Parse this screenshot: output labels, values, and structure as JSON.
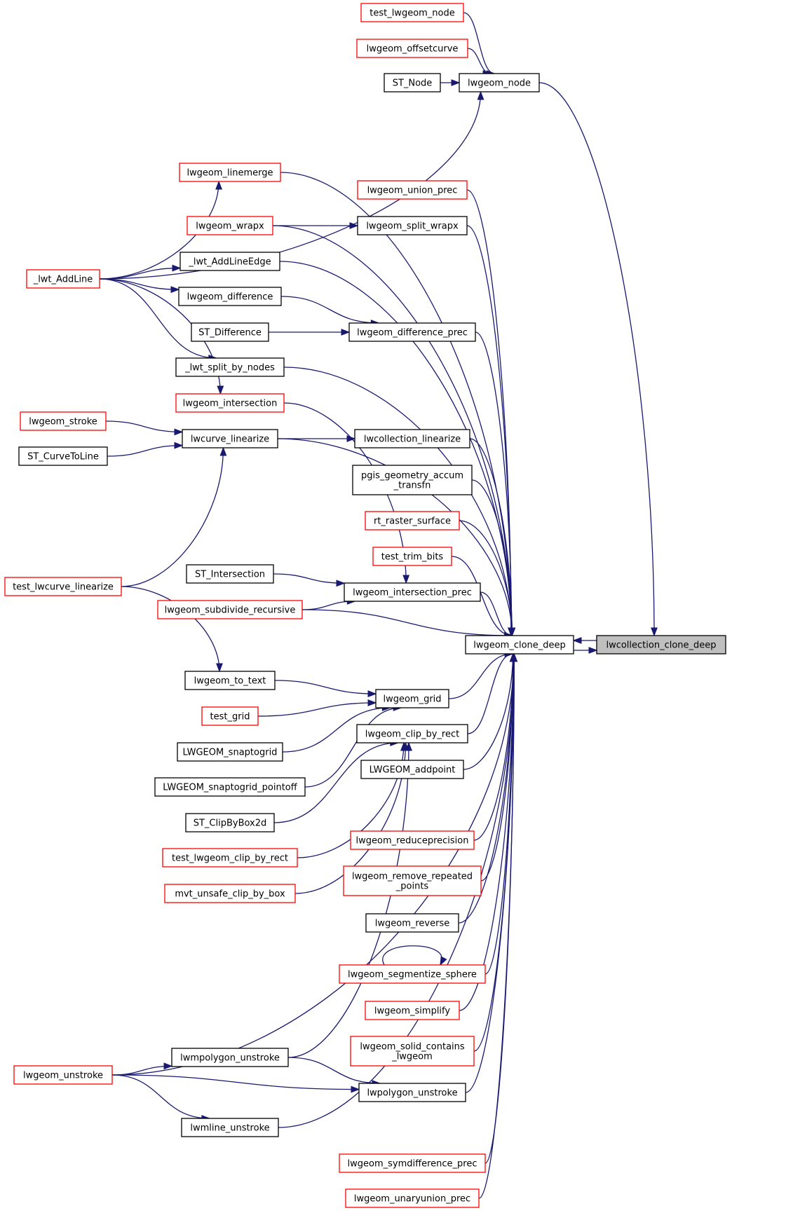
{
  "colors": {
    "edge": "#191970",
    "black_border": "#000000",
    "red_border": "#ff0000",
    "focus_fill": "#bfbfbf",
    "node_fill": "#ffffff"
  },
  "nodes": [
    {
      "id": "lwcollection_clone_deep",
      "label": [
        "lwcollection_clone_deep"
      ],
      "border": "focus"
    },
    {
      "id": "lwgeom_clone_deep",
      "label": [
        "lwgeom_clone_deep"
      ],
      "border": "black"
    },
    {
      "id": "lwgeom_node",
      "label": [
        "lwgeom_node"
      ],
      "border": "black"
    },
    {
      "id": "test_lwgeom_node",
      "label": [
        "test_lwgeom_node"
      ],
      "border": "red"
    },
    {
      "id": "lwgeom_offsetcurve",
      "label": [
        "lwgeom_offsetcurve"
      ],
      "border": "red"
    },
    {
      "id": "ST_Node",
      "label": [
        "ST_Node"
      ],
      "border": "black"
    },
    {
      "id": "lwgeom_linemerge",
      "label": [
        "lwgeom_linemerge"
      ],
      "border": "red"
    },
    {
      "id": "lwgeom_union_prec",
      "label": [
        "lwgeom_union_prec"
      ],
      "border": "red"
    },
    {
      "id": "lwgeom_wrapx",
      "label": [
        "lwgeom_wrapx"
      ],
      "border": "red"
    },
    {
      "id": "lwgeom_split_wrapx",
      "label": [
        "lwgeom_split_wrapx"
      ],
      "border": "black"
    },
    {
      "id": "_lwt_AddLine",
      "label": [
        "_lwt_AddLine"
      ],
      "border": "red"
    },
    {
      "id": "_lwt_AddLineEdge",
      "label": [
        "_lwt_AddLineEdge"
      ],
      "border": "black"
    },
    {
      "id": "lwgeom_difference",
      "label": [
        "lwgeom_difference"
      ],
      "border": "black"
    },
    {
      "id": "ST_Difference",
      "label": [
        "ST_Difference"
      ],
      "border": "black"
    },
    {
      "id": "lwgeom_difference_prec",
      "label": [
        "lwgeom_difference_prec"
      ],
      "border": "black"
    },
    {
      "id": "_lwt_split_by_nodes",
      "label": [
        "_lwt_split_by_nodes"
      ],
      "border": "black"
    },
    {
      "id": "lwgeom_intersection",
      "label": [
        "lwgeom_intersection"
      ],
      "border": "red"
    },
    {
      "id": "lwgeom_stroke",
      "label": [
        "lwgeom_stroke"
      ],
      "border": "red"
    },
    {
      "id": "lwcurve_linearize",
      "label": [
        "lwcurve_linearize"
      ],
      "border": "black"
    },
    {
      "id": "lwcollection_linearize",
      "label": [
        "lwcollection_linearize"
      ],
      "border": "black"
    },
    {
      "id": "ST_CurveToLine",
      "label": [
        "ST_CurveToLine"
      ],
      "border": "black"
    },
    {
      "id": "pgis_geometry_accum_transfn",
      "label": [
        "pgis_geometry_accum",
        "_transfn"
      ],
      "border": "black"
    },
    {
      "id": "rt_raster_surface",
      "label": [
        "rt_raster_surface"
      ],
      "border": "red"
    },
    {
      "id": "test_trim_bits",
      "label": [
        "test_trim_bits"
      ],
      "border": "red"
    },
    {
      "id": "ST_Intersection",
      "label": [
        "ST_Intersection"
      ],
      "border": "black"
    },
    {
      "id": "test_lwcurve_linearize",
      "label": [
        "test_lwcurve_linearize"
      ],
      "border": "red"
    },
    {
      "id": "lwgeom_intersection_prec",
      "label": [
        "lwgeom_intersection_prec"
      ],
      "border": "black"
    },
    {
      "id": "lwgeom_subdivide_recursive",
      "label": [
        "lwgeom_subdivide_recursive"
      ],
      "border": "red"
    },
    {
      "id": "lwgeom_to_text",
      "label": [
        "lwgeom_to_text"
      ],
      "border": "black"
    },
    {
      "id": "lwgeom_grid",
      "label": [
        "lwgeom_grid"
      ],
      "border": "black"
    },
    {
      "id": "test_grid",
      "label": [
        "test_grid"
      ],
      "border": "red"
    },
    {
      "id": "lwgeom_clip_by_rect",
      "label": [
        "lwgeom_clip_by_rect"
      ],
      "border": "black"
    },
    {
      "id": "LWGEOM_snaptogrid",
      "label": [
        "LWGEOM_snaptogrid"
      ],
      "border": "black"
    },
    {
      "id": "LWGEOM_addpoint",
      "label": [
        "LWGEOM_addpoint"
      ],
      "border": "black"
    },
    {
      "id": "LWGEOM_snaptogrid_pointoff",
      "label": [
        "LWGEOM_snaptogrid_pointoff"
      ],
      "border": "black"
    },
    {
      "id": "ST_ClipByBox2d",
      "label": [
        "ST_ClipByBox2d"
      ],
      "border": "black"
    },
    {
      "id": "lwgeom_reduceprecision",
      "label": [
        "lwgeom_reduceprecision"
      ],
      "border": "red"
    },
    {
      "id": "test_lwgeom_clip_by_rect",
      "label": [
        "test_lwgeom_clip_by_rect"
      ],
      "border": "red"
    },
    {
      "id": "lwgeom_remove_repeated_points",
      "label": [
        "lwgeom_remove_repeated",
        "_points"
      ],
      "border": "red"
    },
    {
      "id": "mvt_unsafe_clip_by_box",
      "label": [
        "mvt_unsafe_clip_by_box"
      ],
      "border": "red"
    },
    {
      "id": "lwgeom_reverse",
      "label": [
        "lwgeom_reverse"
      ],
      "border": "black"
    },
    {
      "id": "lwgeom_segmentize_sphere",
      "label": [
        "lwgeom_segmentize_sphere"
      ],
      "border": "red"
    },
    {
      "id": "lwgeom_simplify",
      "label": [
        "lwgeom_simplify"
      ],
      "border": "red"
    },
    {
      "id": "lwgeom_solid_contains_lwgeom",
      "label": [
        "lwgeom_solid_contains",
        "_lwgeom"
      ],
      "border": "red"
    },
    {
      "id": "lwmpolygon_unstroke",
      "label": [
        "lwmpolygon_unstroke"
      ],
      "border": "black"
    },
    {
      "id": "lwgeom_unstroke",
      "label": [
        "lwgeom_unstroke"
      ],
      "border": "red"
    },
    {
      "id": "lwpolygon_unstroke",
      "label": [
        "lwpolygon_unstroke"
      ],
      "border": "black"
    },
    {
      "id": "lwmline_unstroke",
      "label": [
        "lwmline_unstroke"
      ],
      "border": "black"
    },
    {
      "id": "lwgeom_symdifference_prec",
      "label": [
        "lwgeom_symdifference_prec"
      ],
      "border": "red"
    },
    {
      "id": "lwgeom_unaryunion_prec",
      "label": [
        "lwgeom_unaryunion_prec"
      ],
      "border": "red"
    }
  ],
  "edges": [
    [
      "lwgeom_clone_deep",
      "lwcollection_clone_deep"
    ],
    [
      "lwcollection_clone_deep",
      "lwgeom_clone_deep"
    ],
    [
      "lwgeom_node",
      "lwcollection_clone_deep"
    ],
    [
      "test_lwgeom_node",
      "lwgeom_node"
    ],
    [
      "lwgeom_offsetcurve",
      "lwgeom_node"
    ],
    [
      "ST_Node",
      "lwgeom_node"
    ],
    [
      "_lwt_AddLine",
      "lwgeom_node"
    ],
    [
      "lwgeom_linemerge",
      "lwgeom_clone_deep"
    ],
    [
      "_lwt_AddLine",
      "lwgeom_linemerge"
    ],
    [
      "lwgeom_union_prec",
      "lwgeom_clone_deep"
    ],
    [
      "lwgeom_wrapx",
      "lwgeom_split_wrapx"
    ],
    [
      "lwgeom_wrapx",
      "lwgeom_clone_deep"
    ],
    [
      "lwgeom_split_wrapx",
      "lwgeom_clone_deep"
    ],
    [
      "_lwt_AddLine",
      "_lwt_AddLineEdge"
    ],
    [
      "_lwt_AddLineEdge",
      "lwgeom_clone_deep"
    ],
    [
      "_lwt_AddLine",
      "lwgeom_difference"
    ],
    [
      "lwgeom_difference",
      "lwgeom_difference_prec"
    ],
    [
      "ST_Difference",
      "lwgeom_difference_prec"
    ],
    [
      "lwgeom_difference_prec",
      "lwgeom_clone_deep"
    ],
    [
      "_lwt_AddLine",
      "_lwt_split_by_nodes"
    ],
    [
      "_lwt_split_by_nodes",
      "lwgeom_clone_deep"
    ],
    [
      "_lwt_AddLine",
      "lwgeom_intersection"
    ],
    [
      "lwgeom_intersection",
      "lwgeom_intersection_prec"
    ],
    [
      "lwgeom_stroke",
      "lwcurve_linearize"
    ],
    [
      "ST_CurveToLine",
      "lwcurve_linearize"
    ],
    [
      "test_lwcurve_linearize",
      "lwcurve_linearize"
    ],
    [
      "lwcurve_linearize",
      "lwcollection_linearize"
    ],
    [
      "lwcurve_linearize",
      "lwgeom_clone_deep"
    ],
    [
      "lwcollection_linearize",
      "lwgeom_clone_deep"
    ],
    [
      "pgis_geometry_accum_transfn",
      "lwgeom_clone_deep"
    ],
    [
      "rt_raster_surface",
      "lwgeom_clone_deep"
    ],
    [
      "test_trim_bits",
      "lwgeom_clone_deep"
    ],
    [
      "ST_Intersection",
      "lwgeom_intersection_prec"
    ],
    [
      "lwgeom_subdivide_recursive",
      "lwgeom_intersection_prec"
    ],
    [
      "lwgeom_subdivide_recursive",
      "lwgeom_clone_deep"
    ],
    [
      "lwgeom_intersection_prec",
      "lwgeom_clone_deep"
    ],
    [
      "test_lwcurve_linearize",
      "lwgeom_to_text"
    ],
    [
      "lwgeom_to_text",
      "lwgeom_grid"
    ],
    [
      "test_grid",
      "lwgeom_grid"
    ],
    [
      "LWGEOM_snaptogrid",
      "lwgeom_grid"
    ],
    [
      "LWGEOM_snaptogrid_pointoff",
      "lwgeom_grid"
    ],
    [
      "lwgeom_grid",
      "lwgeom_clone_deep"
    ],
    [
      "ST_ClipByBox2d",
      "lwgeom_clip_by_rect"
    ],
    [
      "test_lwgeom_clip_by_rect",
      "lwgeom_clip_by_rect"
    ],
    [
      "mvt_unsafe_clip_by_box",
      "lwgeom_clip_by_rect"
    ],
    [
      "lwmpolygon_unstroke",
      "lwgeom_clip_by_rect"
    ],
    [
      "lwgeom_clip_by_rect",
      "lwgeom_clone_deep"
    ],
    [
      "LWGEOM_addpoint",
      "lwgeom_clone_deep"
    ],
    [
      "lwgeom_reduceprecision",
      "lwgeom_clone_deep"
    ],
    [
      "lwgeom_remove_repeated_points",
      "lwgeom_clone_deep"
    ],
    [
      "lwgeom_reverse",
      "lwgeom_clone_deep"
    ],
    [
      "lwgeom_segmentize_sphere",
      "lwgeom_segmentize_sphere"
    ],
    [
      "lwgeom_segmentize_sphere",
      "lwgeom_clone_deep"
    ],
    [
      "lwgeom_simplify",
      "lwgeom_clone_deep"
    ],
    [
      "lwgeom_solid_contains_lwgeom",
      "lwgeom_clone_deep"
    ],
    [
      "lwgeom_unstroke",
      "lwmpolygon_unstroke"
    ],
    [
      "lwgeom_unstroke",
      "lwpolygon_unstroke"
    ],
    [
      "lwgeom_unstroke",
      "lwmline_unstroke"
    ],
    [
      "lwgeom_unstroke",
      "lwgeom_clone_deep"
    ],
    [
      "lwmpolygon_unstroke",
      "lwpolygon_unstroke"
    ],
    [
      "lwpolygon_unstroke",
      "lwgeom_clone_deep"
    ],
    [
      "lwmline_unstroke",
      "lwgeom_clone_deep"
    ],
    [
      "lwgeom_symdifference_prec",
      "lwgeom_clone_deep"
    ],
    [
      "lwgeom_unaryunion_prec",
      "lwgeom_clone_deep"
    ]
  ]
}
